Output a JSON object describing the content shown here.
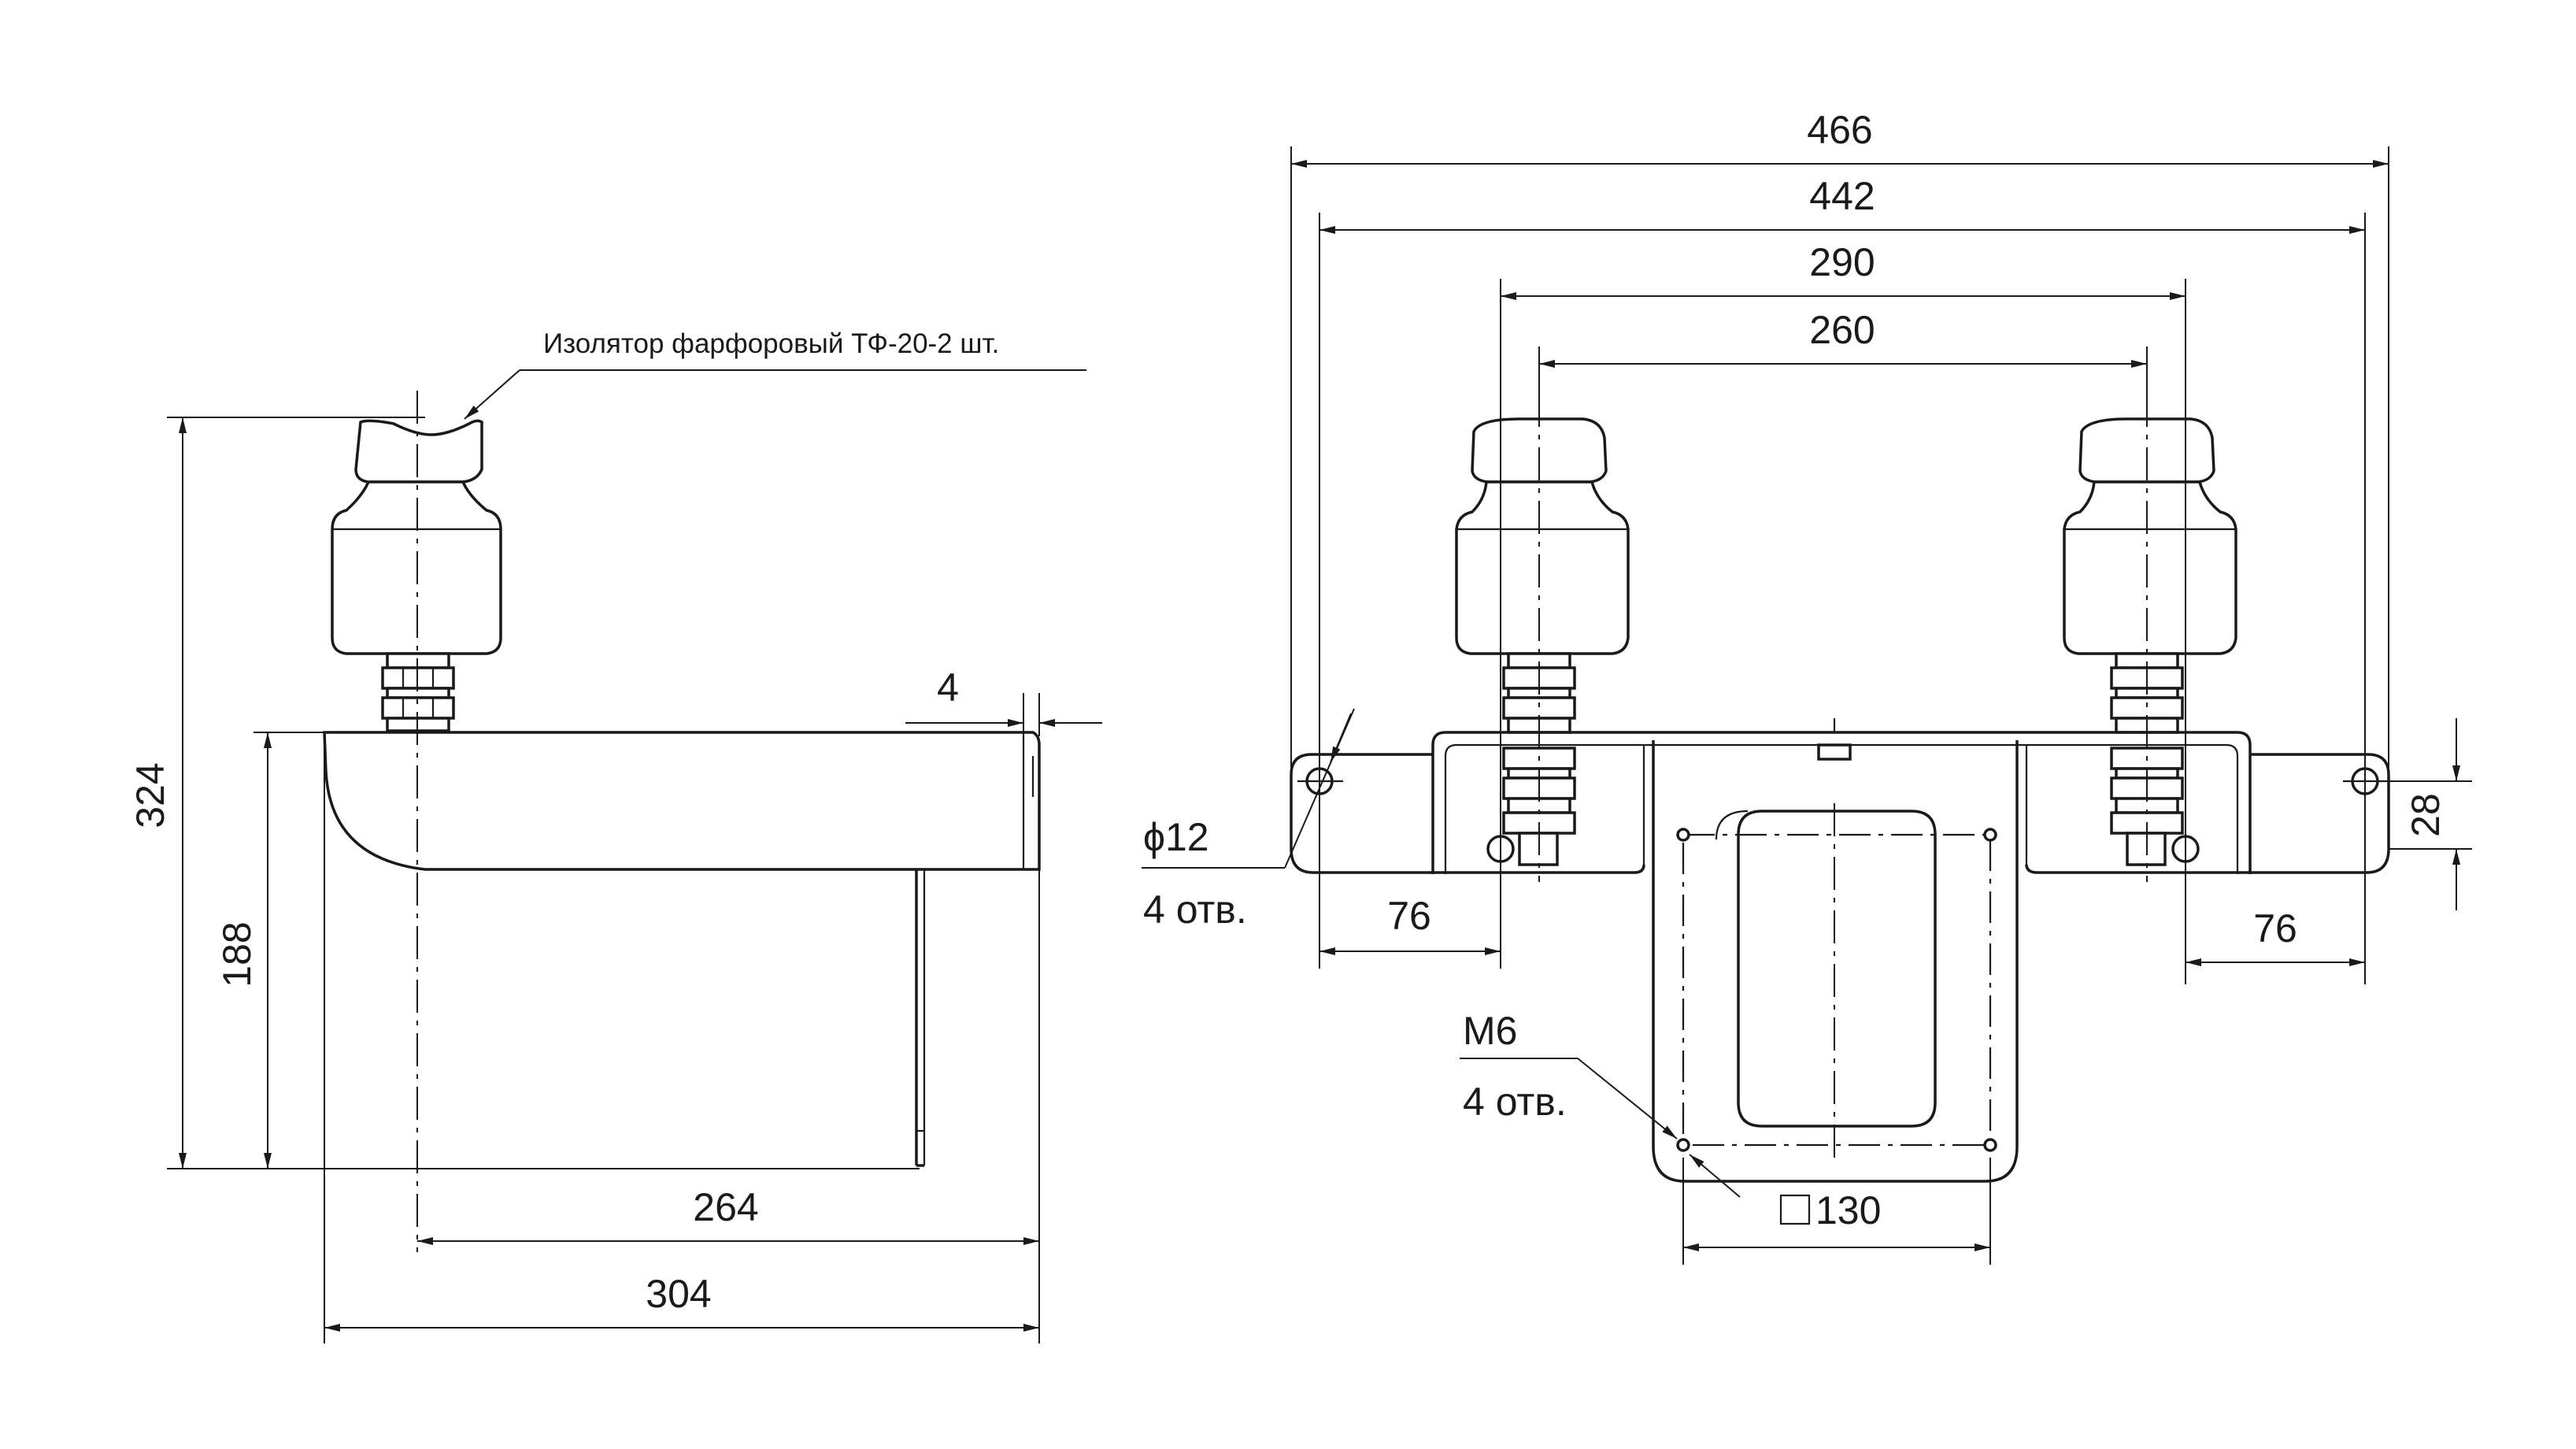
{
  "annotations": {
    "insulator_callout": "Изолятор фарфоровый ТФ-20-2 шт.",
    "hole_dia_label": "ϕ12",
    "hole_count_label_1": "4 отв.",
    "thread_label": "М6",
    "hole_count_label_2": "4 отв."
  },
  "side_view": {
    "dim_overall_height": "324",
    "dim_bracket_height": "188",
    "dim_sheet_thickness": "4",
    "dim_reach_264": "264",
    "dim_depth_304": "304"
  },
  "front_view": {
    "dim_total_width": "466",
    "dim_mount_holes": "442",
    "dim_290": "290",
    "dim_insulator_spacing": "260",
    "dim_left_76": "76",
    "dim_right_76": "76",
    "dim_28": "28",
    "dim_square_130": "130"
  }
}
